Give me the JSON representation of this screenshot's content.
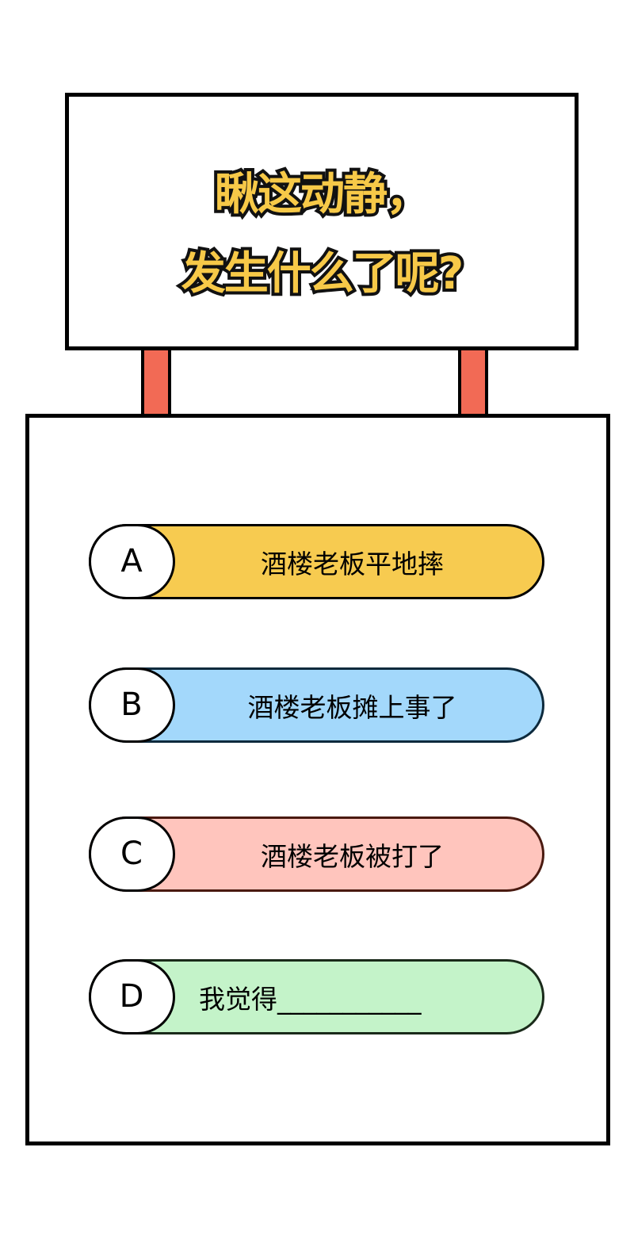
{
  "sign": {
    "title_line1": "瞅这动静，",
    "title_line2": "发生什么了呢?"
  },
  "colors": {
    "title": "#F7C948",
    "post": "#F26A55",
    "option_a": "#F7CB50",
    "option_b": "#A3D8FB",
    "option_c": "#FFC5BD",
    "option_d": "#C4F3C9"
  },
  "options": [
    {
      "letter": "A",
      "text": "酒楼老板平地摔"
    },
    {
      "letter": "B",
      "text": "酒楼老板摊上事了"
    },
    {
      "letter": "C",
      "text": "酒楼老板被打了"
    },
    {
      "letter": "D",
      "text": "我觉得___________"
    }
  ]
}
